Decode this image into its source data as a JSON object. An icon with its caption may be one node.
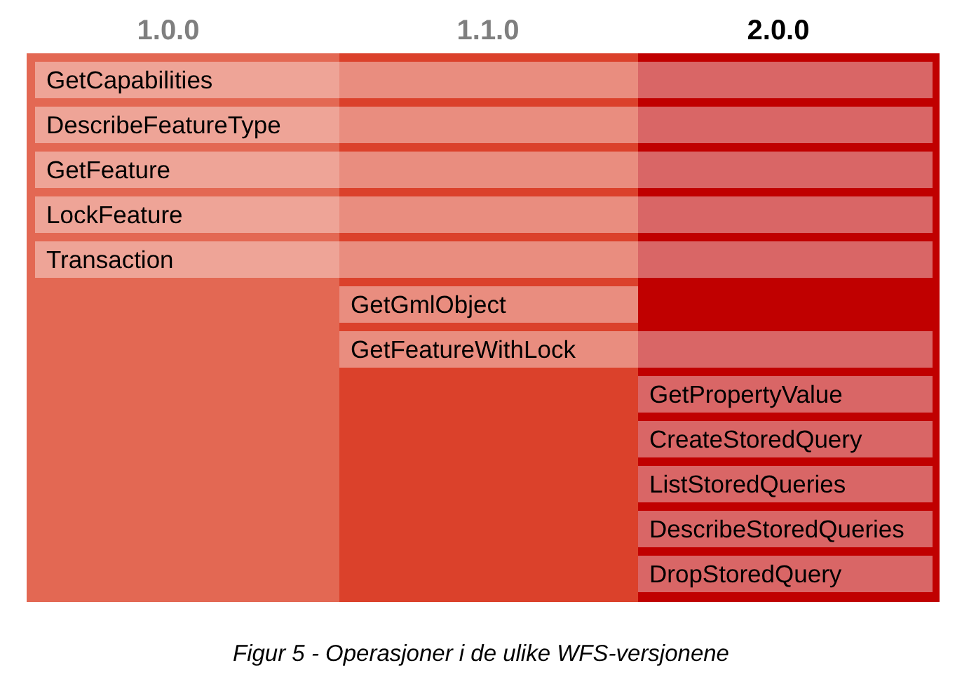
{
  "diagram": {
    "caption": "Figur 5 - Operasjoner i de ulike WFS-versjonene",
    "nodes": [
      {
        "text": [
          "1.0.0"
        ]
      },
      {
        "text": [
          "1.1.0"
        ]
      },
      {
        "text": [
          "2.0.0"
        ]
      },
      {
        "text": [
          "GetCapabilities"
        ]
      },
      {
        "text": [
          "DescribeFeatureType"
        ]
      },
      {
        "text": [
          "GetFeature"
        ]
      },
      {
        "text": [
          "LockFeature"
        ]
      },
      {
        "text": [
          "Transaction"
        ]
      },
      {
        "text": [
          "GetGmlObject"
        ],
        "in": 1
      },
      {
        "text": [
          "GetFeatureWithLock"
        ]
      },
      {
        "text": [
          "GetPropertyValue"
        ],
        "in": 2
      },
      {
        "text": [
          "CreateStoredQuery"
        ],
        "in": 2
      },
      {
        "text": [
          "ListStoredQueries"
        ],
        "in": 2
      },
      {
        "text": [
          "DescribeStoredQueries"
        ],
        "in": 2
      },
      {
        "text": [
          "DropStoredQuery"
        ],
        "in": 2
      }
    ],
    "edges": []
  }
}
